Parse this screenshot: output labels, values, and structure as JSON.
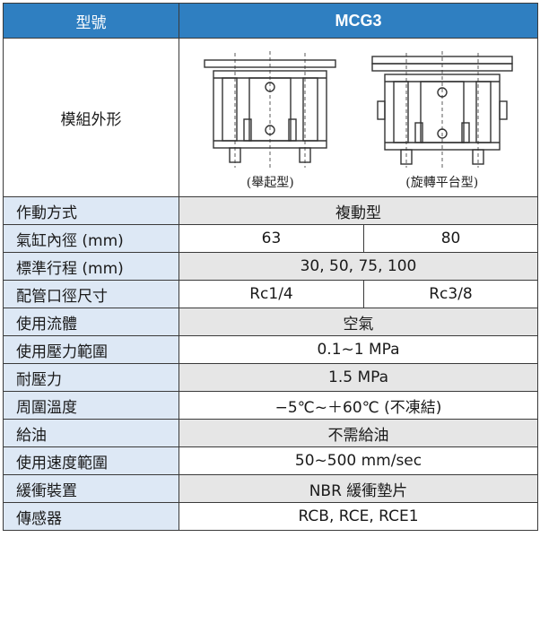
{
  "header": {
    "type_label": "型號",
    "model": "MCG3"
  },
  "shape_row": {
    "label": "模組外形",
    "shapes": [
      {
        "caption": "(舉起型)",
        "icon": "lift-type-drawing"
      },
      {
        "caption": "(旋轉平台型)",
        "icon": "rotary-platform-drawing"
      }
    ]
  },
  "rows": [
    {
      "label": "作動方式",
      "values": [
        "複動型"
      ]
    },
    {
      "label": "氣缸內徑 (mm)",
      "values": [
        "63",
        "80"
      ]
    },
    {
      "label": "標準行程 (mm)",
      "values": [
        "30, 50, 75, 100"
      ]
    },
    {
      "label": "配管口徑尺寸",
      "values": [
        "Rc1/4",
        "Rc3/8"
      ]
    },
    {
      "label": "使用流體",
      "values": [
        "空氣"
      ]
    },
    {
      "label": "使用壓力範圍",
      "values": [
        "0.1~1 MPa"
      ]
    },
    {
      "label": "耐壓力",
      "values": [
        "1.5 MPa"
      ]
    },
    {
      "label": "周圍溫度",
      "values": [
        "−5℃~＋60℃ (不凍結)"
      ]
    },
    {
      "label": "給油",
      "values": [
        "不需給油"
      ]
    },
    {
      "label": "使用速度範圍",
      "values": [
        "50~500 mm/sec"
      ]
    },
    {
      "label": "緩衝裝置",
      "values": [
        "NBR 緩衝墊片"
      ]
    },
    {
      "label": "傳感器",
      "values": [
        "RCB, RCE, RCE1"
      ]
    }
  ],
  "colors": {
    "header_bg": "#2f7fc1",
    "label_bg": "#dde8f5",
    "value_bg": "#e6e6e6"
  }
}
